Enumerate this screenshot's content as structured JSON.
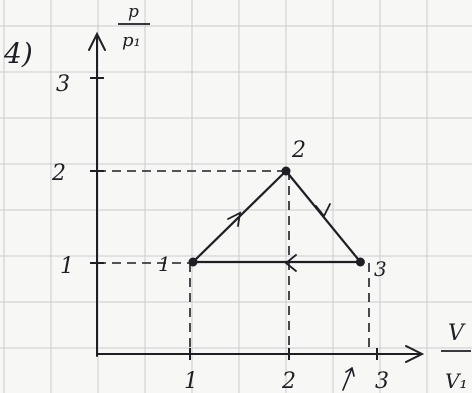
{
  "problem_label": "4)",
  "y_axis_label": {
    "numerator": "p",
    "denominator": "p₁"
  },
  "x_axis_label": {
    "numerator": "V",
    "denominator": "V₁"
  },
  "x_ticks": [
    "1",
    "2",
    "3"
  ],
  "y_ticks": [
    "1",
    "2",
    "3"
  ],
  "points": [
    {
      "label": "1",
      "x": 1,
      "y": 1
    },
    {
      "label": "2",
      "x": 2,
      "y": 2
    },
    {
      "label": "3",
      "x": 2.8,
      "y": 1
    }
  ],
  "path": [
    [
      1,
      1
    ],
    [
      2,
      2
    ],
    [
      2.8,
      1
    ],
    [
      1,
      1
    ]
  ],
  "colors": {
    "grid": "#c9cccf",
    "ink": "#1e1e24",
    "paper": "#f7f7f5"
  }
}
